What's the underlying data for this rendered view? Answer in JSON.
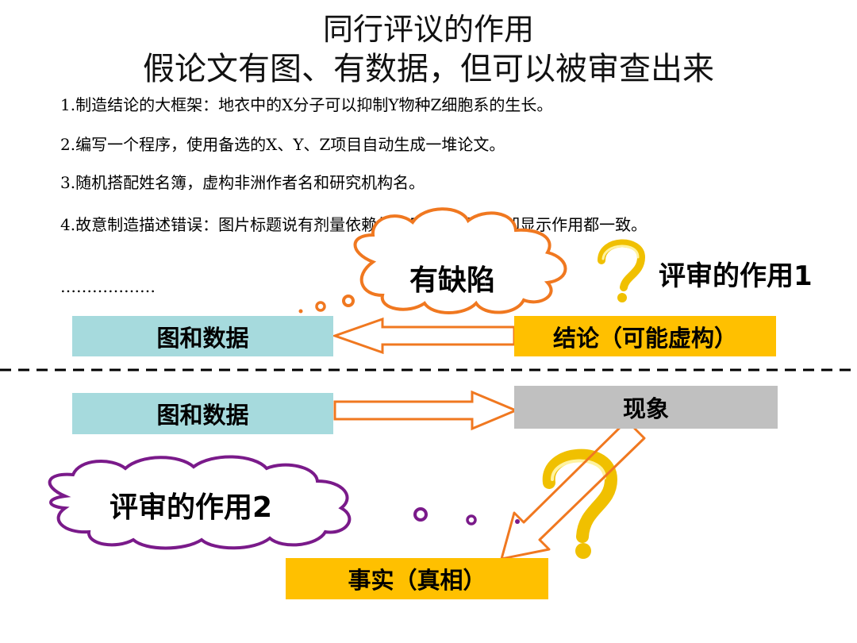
{
  "slide": {
    "title_line1": "同行评议的作用",
    "title_line2": "假论文有图、有数据，但可以被审查出来",
    "points": [
      "1.制造结论的大框架：地衣中的X分子可以抑制Y物种Z细胞系的生长。",
      "2.编写一个程序，使用备选的X、Y、Z项目自动生成一堆论文。",
      "3.随机搭配姓名簿，虚构非洲作者名和研究机构名。",
      "4.故意制造描述错误：图片标题说有剂量依赖的作用，然而数据却显示作用都一致。",
      "………………"
    ]
  },
  "diagram_top": {
    "cloud_label": "有缺陷",
    "role_label": "评审的作用1",
    "data_box": "图和数据",
    "conclusion_box": "结论（可能虚构）"
  },
  "diagram_bottom": {
    "data_box": "图和数据",
    "phenomenon_box": "现象",
    "cloud_label": "评审的作用2",
    "truth_box": "事实（真相）"
  },
  "colors": {
    "teal": "#a6dadd",
    "gold": "#ffc000",
    "gray": "#c0c0c0",
    "arrow": "#f07820",
    "cloud_purple": "#7a1a8a",
    "question_yellow": "#f5c400"
  }
}
